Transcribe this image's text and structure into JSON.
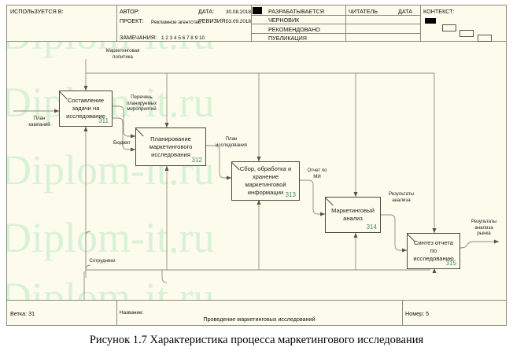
{
  "header": {
    "used_in_label": "ИСПОЛЬЗУЕТСЯ В:",
    "author_label": "АВТОР:",
    "project_label": "ПРОЕКТ:",
    "project_value": "Рекламное агентство",
    "notes_label": "ЗАМЕЧАНИЯ:",
    "notes_value": "1 2 3 4 5 6 7 8 9 10",
    "date_label": "ДАТА:",
    "date_value": "30.08.2018",
    "revision_label": "РЕВИЗИЯ:",
    "revision_value": "03.09.2018",
    "status": [
      {
        "label": "РАЗРАБАТЫВАЕТСЯ",
        "checked": true
      },
      {
        "label": "ЧЕРНОВИК",
        "checked": false
      },
      {
        "label": "РЕКОМЕНДОВАНО",
        "checked": false
      },
      {
        "label": "ПУБЛИКАЦИЯ",
        "checked": false
      }
    ],
    "reader_label": "ЧИТАТЕЛЬ",
    "reader_date_label": "ДАТА",
    "context_label": "КОНТЕКСТ:"
  },
  "footer": {
    "branch_label": "Ветка: 31",
    "name_label": "Название:",
    "name_value": "Проведение маркетинговых исследований",
    "number_label": "Номер: 5"
  },
  "watermark": {
    "text": "Diplom-it.ru"
  },
  "diagram": {
    "activities": [
      {
        "id": "a311",
        "title": "Составление\nзадачи на\nисследование",
        "number": "311"
      },
      {
        "id": "a312",
        "title": "Планирование\nмаркетингового\nисследования",
        "number": "312"
      },
      {
        "id": "a313",
        "title": "Сбор, обработка и\nхранение\nмаркетинговой\nинформации",
        "number": "313"
      },
      {
        "id": "a314",
        "title": "Маркетинговый\nанализ",
        "number": "314"
      },
      {
        "id": "a315",
        "title": "Синтез отчета по\nисследованию",
        "number": "315"
      }
    ],
    "arrows": [
      {
        "id": "plan_kampanii",
        "label": "План\nкампаний"
      },
      {
        "id": "marketing_policy",
        "label": "Маркетинговая\nполитика"
      },
      {
        "id": "perechen",
        "label": "Перечень\nпланируемых\nмероприятий"
      },
      {
        "id": "budget",
        "label": "Бюджет"
      },
      {
        "id": "plan_issled",
        "label": "План\nисследования"
      },
      {
        "id": "otchet_mi",
        "label": "Отчет по\nМИ"
      },
      {
        "id": "rezultaty_analiza",
        "label": "Результаты\nанализа"
      },
      {
        "id": "rezultaty_rynka",
        "label": "Результаты\nанализа\nрынка"
      },
      {
        "id": "sotrudniki",
        "label": "Сотрудники"
      }
    ]
  },
  "caption": {
    "text": "Рисунок 1.7 Характеристика процесса маркетингового исследования"
  },
  "colors": {
    "sheet_bg": "#fdfbec",
    "watermark": "#d9f2d6",
    "line": "#8a8a78",
    "box_border": "#4a4a42",
    "number": "#3f8f55",
    "arrow": "#55554a"
  }
}
